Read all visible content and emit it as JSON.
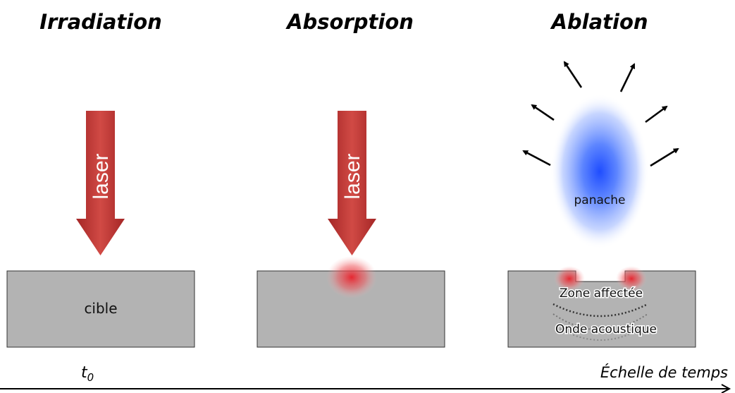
{
  "stages": [
    {
      "title": "Irradiation"
    },
    {
      "title": "Absorption"
    },
    {
      "title": "Ablation"
    }
  ],
  "labels": {
    "laser": "laser",
    "target": "cible",
    "plume": "panache",
    "affected_zone": "Zone affectée",
    "acoustic_wave": "Onde acoustique"
  },
  "time_axis": {
    "t0_base": "t",
    "t0_sub": "0",
    "label": "Échelle de temps"
  },
  "colors": {
    "laser_arrow": "#b83232",
    "target_fill": "#b3b3b3",
    "heat_spot": "#e8202a",
    "plume": "#1f5cff",
    "arrows": "#000000"
  }
}
